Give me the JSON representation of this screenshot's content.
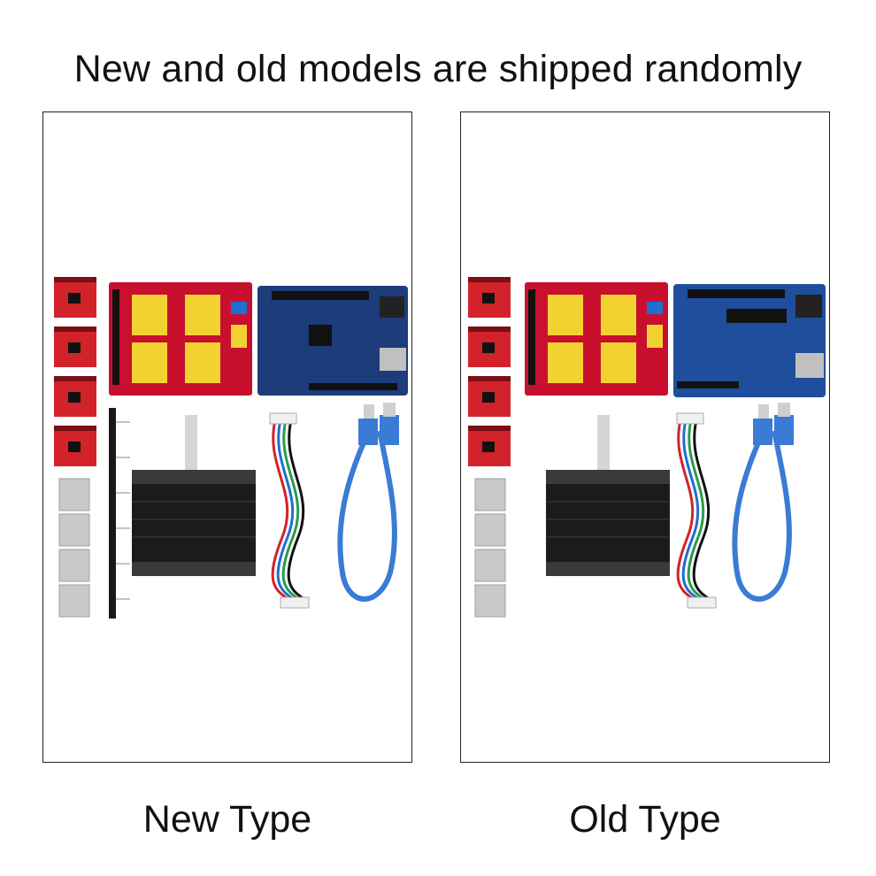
{
  "headline": "New and old models are shipped randomly",
  "panels": [
    {
      "caption": "New Type",
      "board_variant": "new",
      "items": [
        "stepper-driver-modules",
        "heatsinks",
        "pin-header",
        "cnc-shield",
        "controller-board",
        "stepper-motor",
        "motor-cable",
        "usb-cable"
      ]
    },
    {
      "caption": "Old Type",
      "board_variant": "old",
      "items": [
        "stepper-driver-modules",
        "heatsinks",
        "cnc-shield",
        "controller-board",
        "stepper-motor",
        "motor-cable",
        "usb-cable"
      ]
    }
  ],
  "colors": {
    "cnc_shield": "#c8102e",
    "controller_board_new": "#1d3c7a",
    "controller_board_old": "#1f4f9c",
    "driver_module": "#d2232a",
    "heatsink": "#c9c9c9",
    "motor_body": "#1b1b1b",
    "usb_cable": "#3a7bd5",
    "panel_border": "#222222"
  }
}
